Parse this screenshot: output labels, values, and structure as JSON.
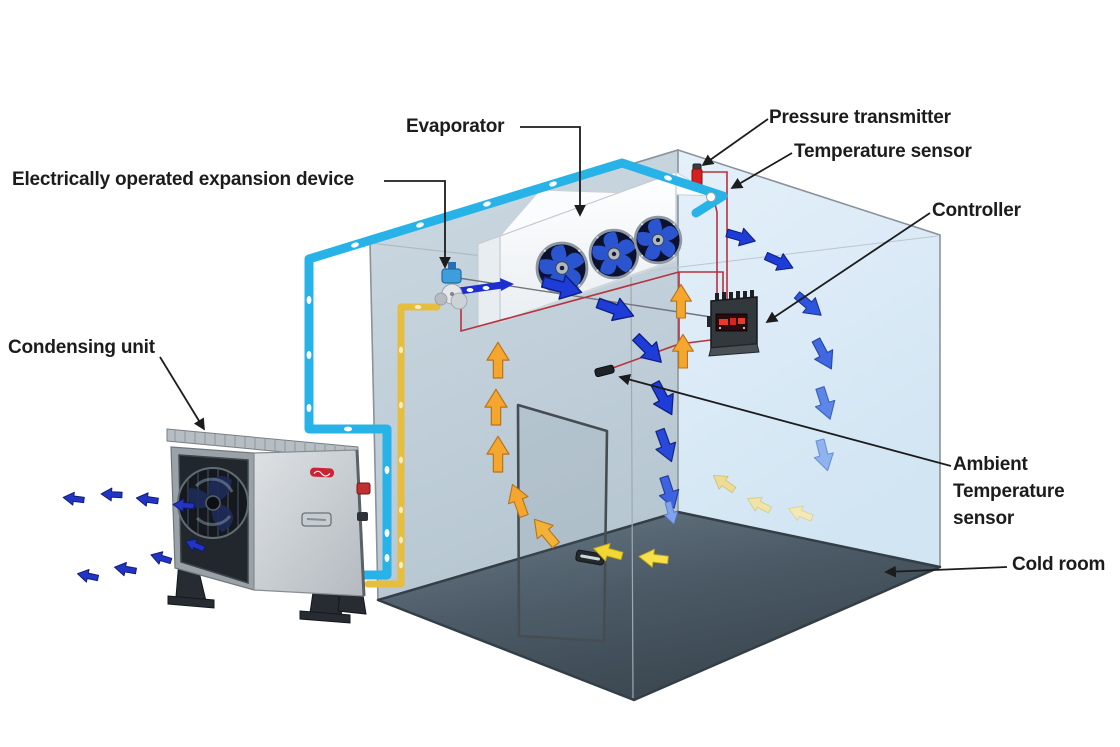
{
  "diagram": {
    "type": "cold-room-refrigeration-system",
    "labels": {
      "evaporator": "Evaporator",
      "expansion_device": "Electrically operated expansion device",
      "pressure_transmitter": "Pressure transmitter",
      "temperature_sensor": "Temperature sensor",
      "controller": "Controller",
      "ambient_sensor": "Ambient Temperature sensor",
      "cold_room": "Cold room",
      "condensing_unit": "Condensing unit"
    },
    "components": [
      "cold-room",
      "door",
      "evaporator-with-3-fans",
      "condensing-unit-with-fan",
      "suction-pipe",
      "liquid-pipe",
      "expansion-valve",
      "controller-box",
      "pressure-transmitter",
      "temperature-sensor",
      "ambient-temperature-sensor"
    ],
    "colors": {
      "suction_pipe": "#27b3e8",
      "liquid_pipe": "#e7bd3e",
      "cold_air_dark": "#1e3cd8",
      "cold_air_light": "#8fb2f1",
      "warm_air": "#f5a62e",
      "floor_air": "#f2d832",
      "wire_red": "#b5323e",
      "wall_left": "#c3d1db",
      "wall_right": "#dcebf7",
      "floor": "#4e5f6c",
      "label_text": "#1c1c1c"
    }
  }
}
